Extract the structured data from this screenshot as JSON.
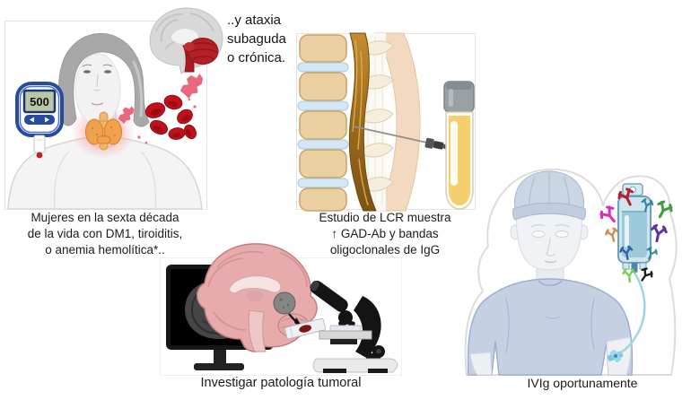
{
  "panels": {
    "clinical_profile": {
      "caption": "Mujeres en la sexta década\nde la vida con DM1, tiroiditis,\no anemia hemolítica*..",
      "ataxia_note": "..y ataxia\nsubaguda\no crónica.",
      "glucometer_reading": "500",
      "icons": [
        "elderly-woman",
        "glucometer",
        "inflamed-thyroid",
        "red-blood-cells",
        "brain-cerebellum-highlighted"
      ]
    },
    "csf_study": {
      "caption": "Estudio de LCR muestra\n↑ GAD-Ab y bandas\noligoclonales de IgG",
      "icons": [
        "lumbar-spine",
        "lumbar-puncture-needle",
        "csf-sample-tube"
      ]
    },
    "tumor_workup": {
      "caption": "Investigar patología tumoral",
      "icons": [
        "mri-monitor",
        "sagittal-brain-with-tumor",
        "specimen-slide",
        "microscope"
      ]
    },
    "treatment": {
      "caption": "IVIg oportunamente",
      "icons": [
        "patient-with-iv",
        "ivig-infusion-bag",
        "antibody-molecules"
      ]
    }
  },
  "colors": {
    "background": "#ffffff",
    "panel_border": "#e3e3e3",
    "caption_text": "#1b1b1b",
    "cerebellum_red": "#b32026",
    "thyroid_orange": "#f0a14e",
    "blood_red": "#c2101c",
    "csf_yellow": "#f6cf6d",
    "cord_brown": "#9c6a1c",
    "brain_pink": "#e7abab",
    "iv_bag_blue": "#cfe4ec",
    "shirt_blue": "#c5d0e4"
  }
}
